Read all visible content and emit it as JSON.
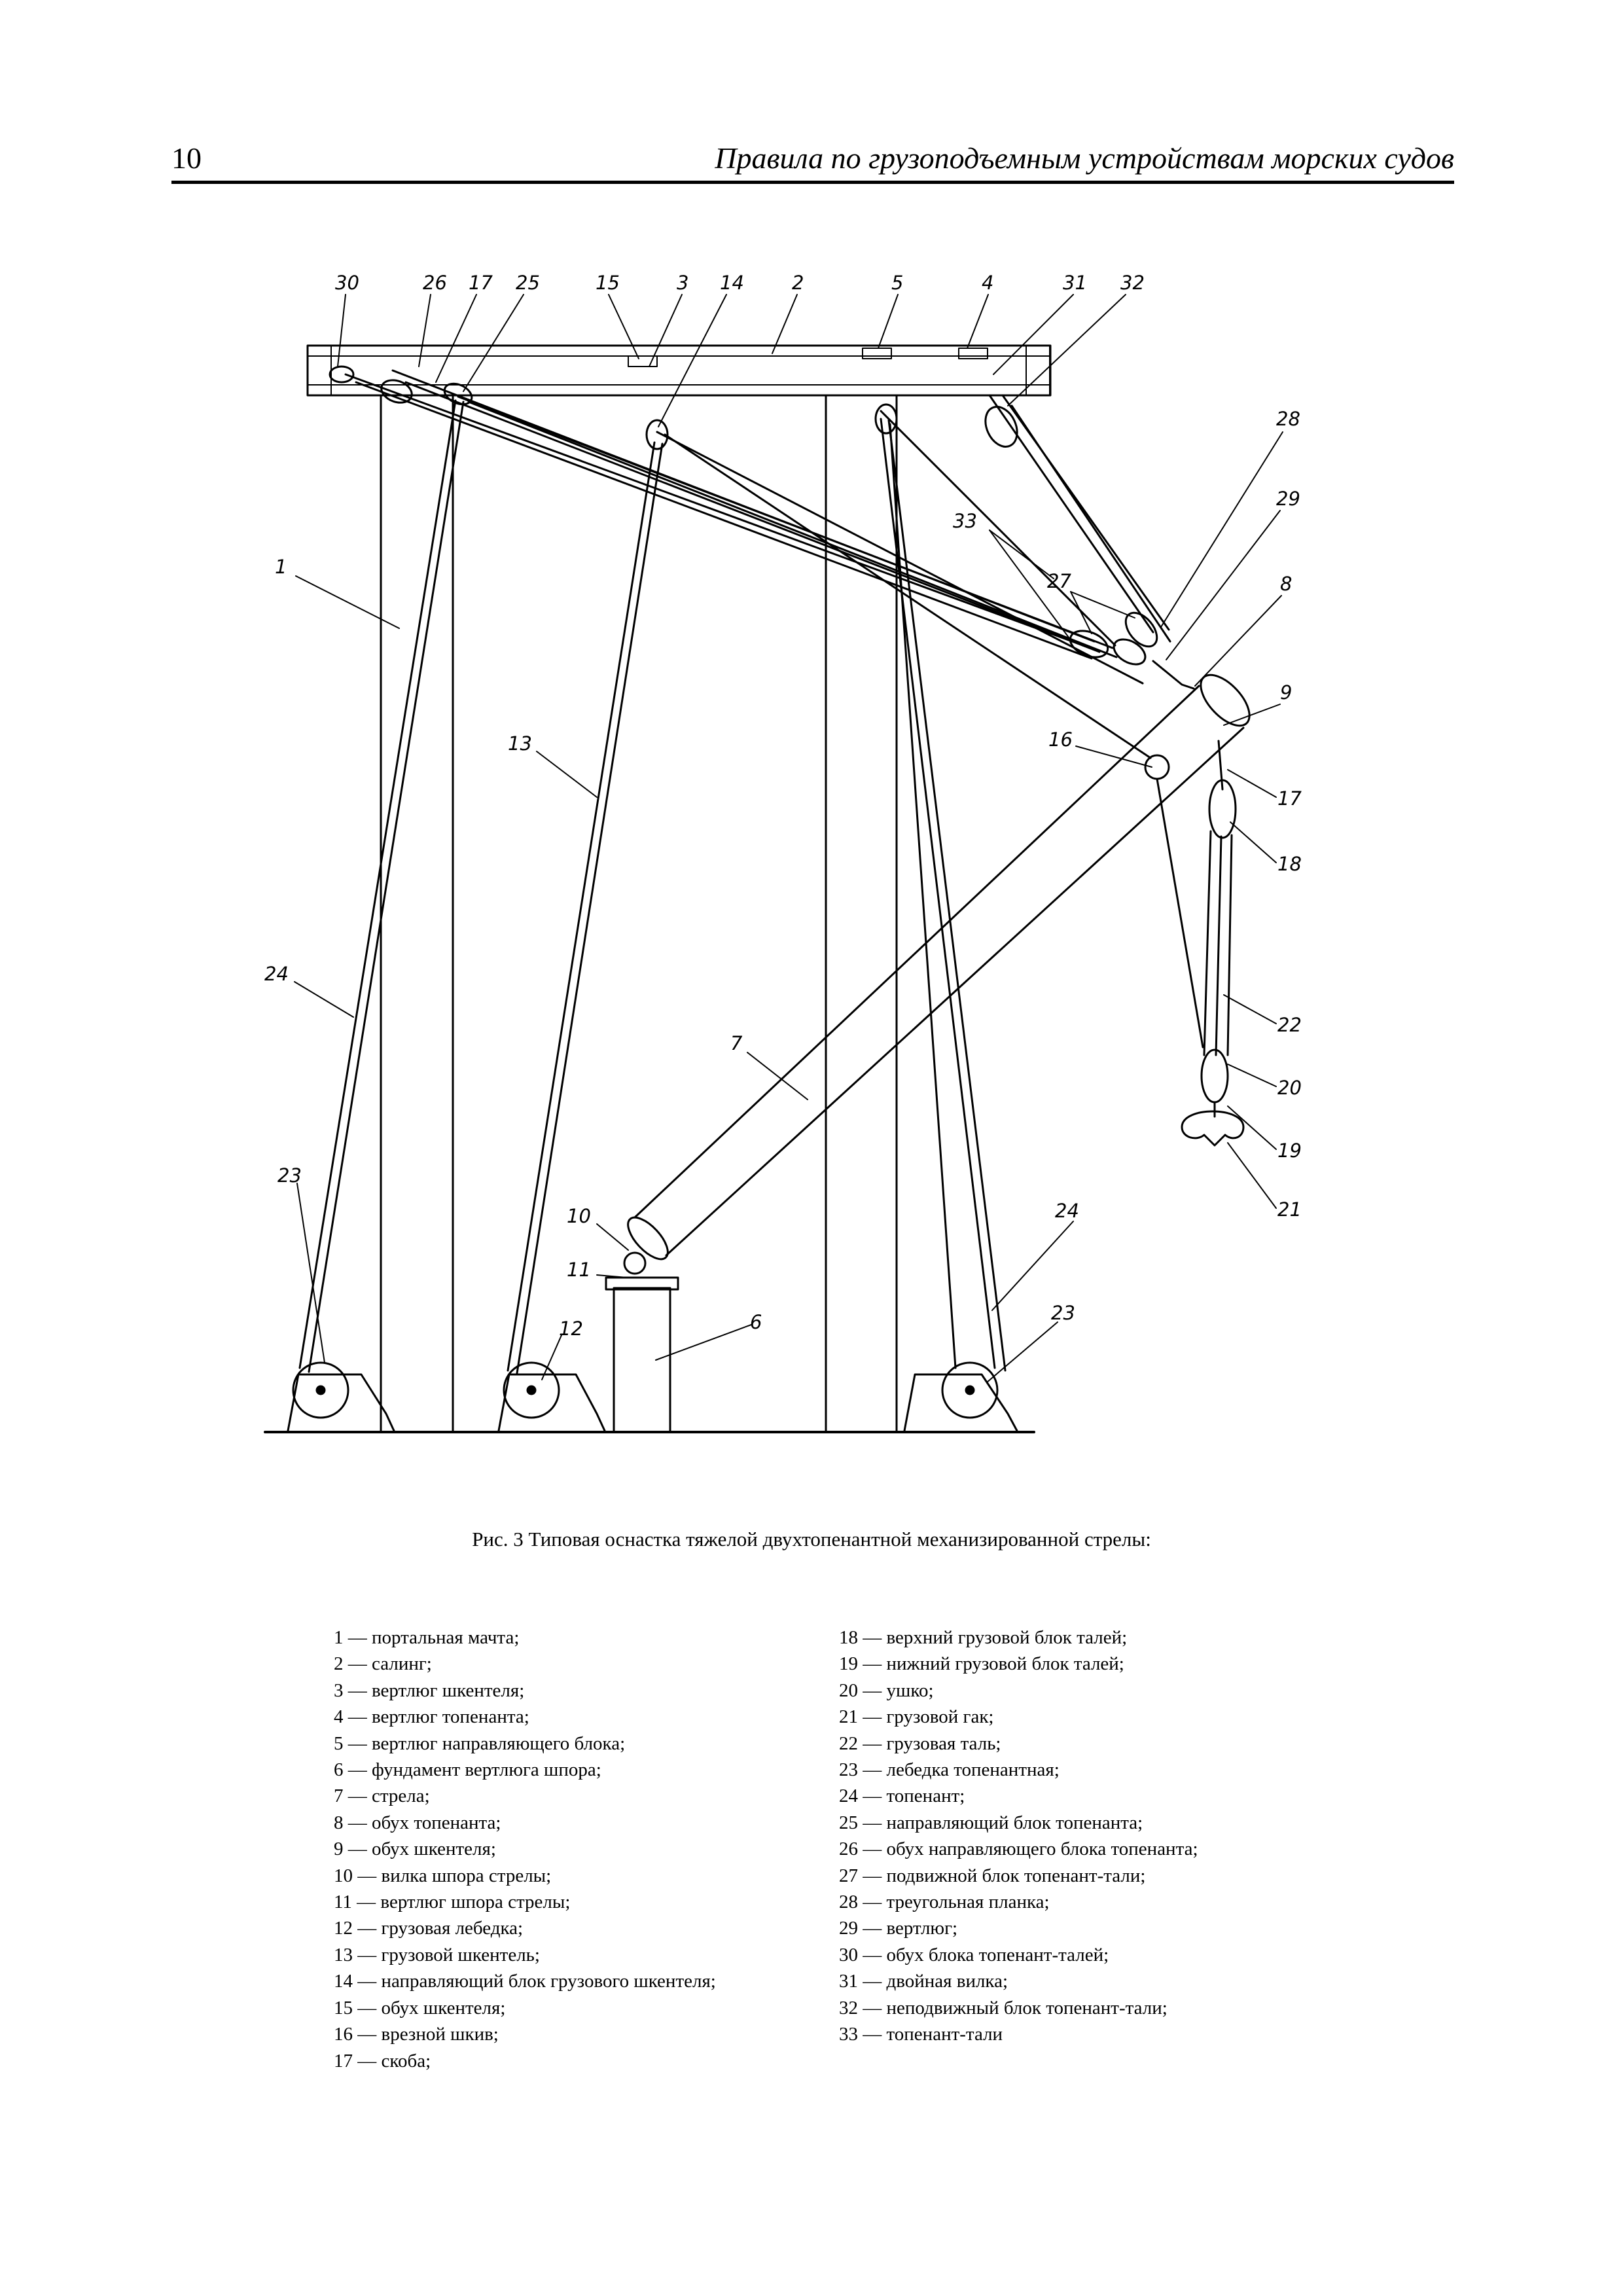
{
  "header": {
    "page_number": "10",
    "running_title": "Правила по грузоподъемным устройствам морских судов"
  },
  "figure": {
    "callouts": [
      {
        "id": "c30",
        "text": "30"
      },
      {
        "id": "c26",
        "text": "26"
      },
      {
        "id": "c17a",
        "text": "17"
      },
      {
        "id": "c25",
        "text": "25"
      },
      {
        "id": "c15",
        "text": "15"
      },
      {
        "id": "c3",
        "text": "3"
      },
      {
        "id": "c14",
        "text": "14"
      },
      {
        "id": "c2",
        "text": "2"
      },
      {
        "id": "c5",
        "text": "5"
      },
      {
        "id": "c4",
        "text": "4"
      },
      {
        "id": "c31",
        "text": "31"
      },
      {
        "id": "c32",
        "text": "32"
      },
      {
        "id": "c28",
        "text": "28"
      },
      {
        "id": "c29",
        "text": "29"
      },
      {
        "id": "c8",
        "text": "8"
      },
      {
        "id": "c33",
        "text": "33"
      },
      {
        "id": "c27",
        "text": "27"
      },
      {
        "id": "c1",
        "text": "1"
      },
      {
        "id": "c9",
        "text": "9"
      },
      {
        "id": "c16",
        "text": "16"
      },
      {
        "id": "c17b",
        "text": "17"
      },
      {
        "id": "c18",
        "text": "18"
      },
      {
        "id": "c13",
        "text": "13"
      },
      {
        "id": "c24a",
        "text": "24"
      },
      {
        "id": "c22",
        "text": "22"
      },
      {
        "id": "c7",
        "text": "7"
      },
      {
        "id": "c20",
        "text": "20"
      },
      {
        "id": "c19",
        "text": "19"
      },
      {
        "id": "c23a",
        "text": "23"
      },
      {
        "id": "c21",
        "text": "21"
      },
      {
        "id": "c24b",
        "text": "24"
      },
      {
        "id": "c10",
        "text": "10"
      },
      {
        "id": "c11",
        "text": "11"
      },
      {
        "id": "c6",
        "text": "6"
      },
      {
        "id": "c23b",
        "text": "23"
      },
      {
        "id": "c12",
        "text": "12"
      }
    ]
  },
  "caption": "Рис. 3 Типовая оснастка тяжелой двухтопенантной механизированной стрелы:",
  "legend": {
    "left": [
      "1 — портальная мачта;",
      "2 — салинг;",
      "3 — вертлюг шкентеля;",
      "4 — вертлюг топенанта;",
      "5 — вертлюг направляющего блока;",
      "6 — фундамент вертлюга шпора;",
      "7 — стрела;",
      "8 — обух топенанта;",
      "9 — обух шкентеля;",
      "10 — вилка шпора стрелы;",
      "11 — вертлюг шпора стрелы;",
      "12 — грузовая лебедка;",
      "13 — грузовой шкентель;",
      "14 — направляющий блок грузового шкентеля;",
      "15 — обух шкентеля;",
      "16 — врезной шкив;",
      "17 — скоба;"
    ],
    "right": [
      "18 — верхний грузовой блок талей;",
      "19 — нижний грузовой блок талей;",
      "20 — ушко;",
      "21 — грузовой гак;",
      "22 — грузовая таль;",
      "23 — лебедка топенантная;",
      "24 — топенант;",
      "25 — направляющий блок топенанта;",
      "26 — обух направляющего блока топенанта;",
      "27 — подвижной блок топенант-тали;",
      "28 — треугольная планка;",
      "29 — вертлюг;",
      "30 — обух блока топенант-талей;",
      "31 — двойная вилка;",
      "32 — неподвижный блок топенант-тали;",
      "33 — топенант-тали"
    ]
  }
}
